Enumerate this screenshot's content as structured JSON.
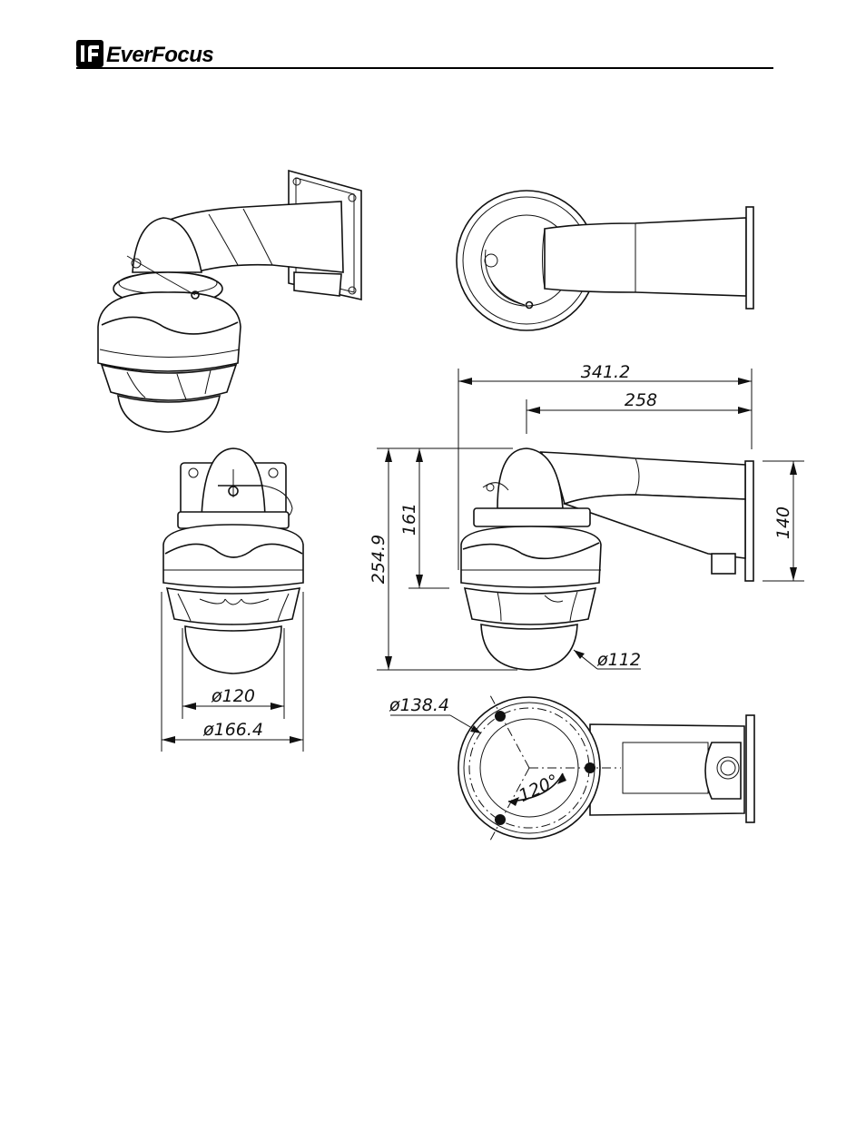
{
  "header": {
    "brand": "EverFocus"
  },
  "dimensions": {
    "overall_length": "341.2",
    "arm_length": "258",
    "overall_height": "254.9",
    "camera_height": "161",
    "bracket_height": "140",
    "dome_diameter": "ø112",
    "lower_diameter": "ø120",
    "housing_diameter": "ø166.4",
    "mount_diameter": "ø138.4",
    "mount_angle": "120°"
  }
}
